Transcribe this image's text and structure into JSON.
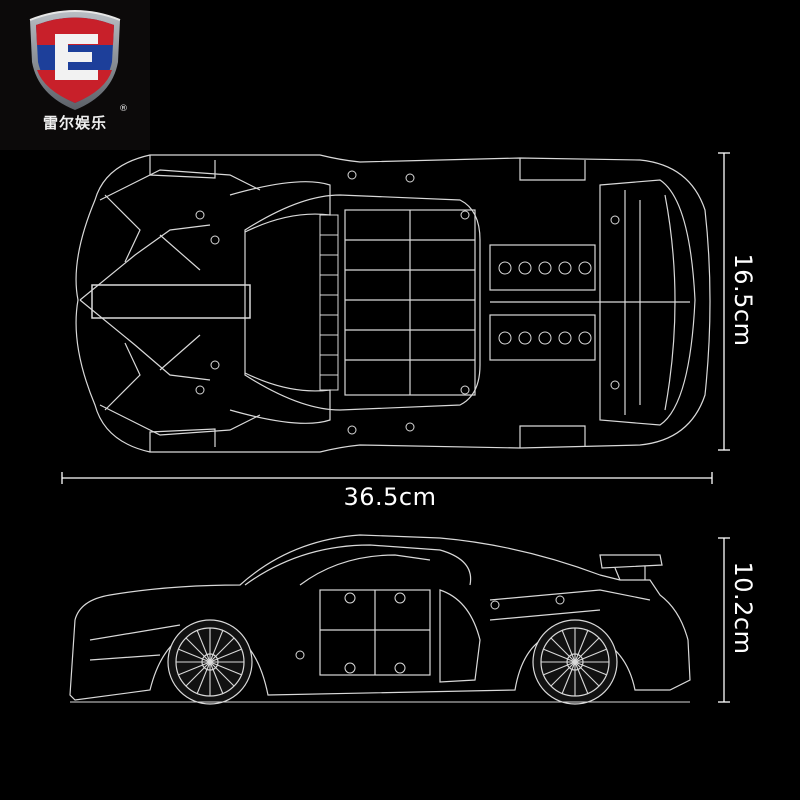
{
  "brand": {
    "name": "雷尔娱乐",
    "registered_mark": "®",
    "colors": {
      "shield_red": "#c8202a",
      "shield_blue": "#1d3f9a",
      "shield_white": "#f2f2f2",
      "frame": "#8a8f96"
    }
  },
  "dimensions": {
    "width_label": "36.5cm",
    "depth_label": "16.5cm",
    "height_label": "10.2cm"
  },
  "drawing": {
    "line_color": "#d9d9d9",
    "background": "#000000"
  }
}
